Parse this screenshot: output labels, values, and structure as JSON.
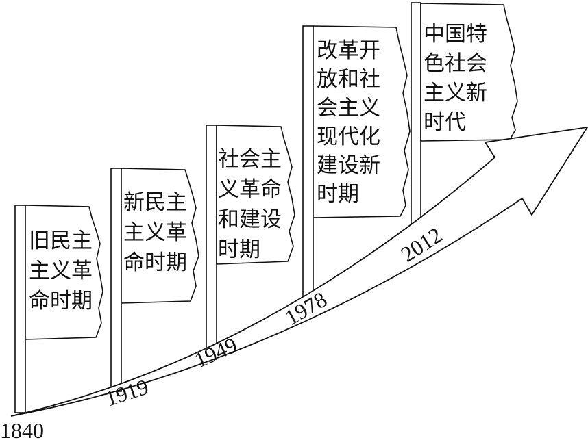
{
  "periods": [
    {
      "lines": [
        "旧民主",
        "主义革",
        "命时期"
      ],
      "year": "1840"
    },
    {
      "lines": [
        "新民主",
        "主义革",
        "命时期"
      ],
      "year": "1919"
    },
    {
      "lines": [
        "社会主",
        "义革命",
        "和建设",
        "时期"
      ],
      "year": "1949"
    },
    {
      "lines": [
        "改革开",
        "放和社",
        "会主义",
        "现代化",
        "建设新",
        "时期"
      ],
      "year": "1978"
    },
    {
      "lines": [
        "中国特",
        "色社会",
        "主义新",
        "时代"
      ],
      "year": "2012"
    }
  ]
}
